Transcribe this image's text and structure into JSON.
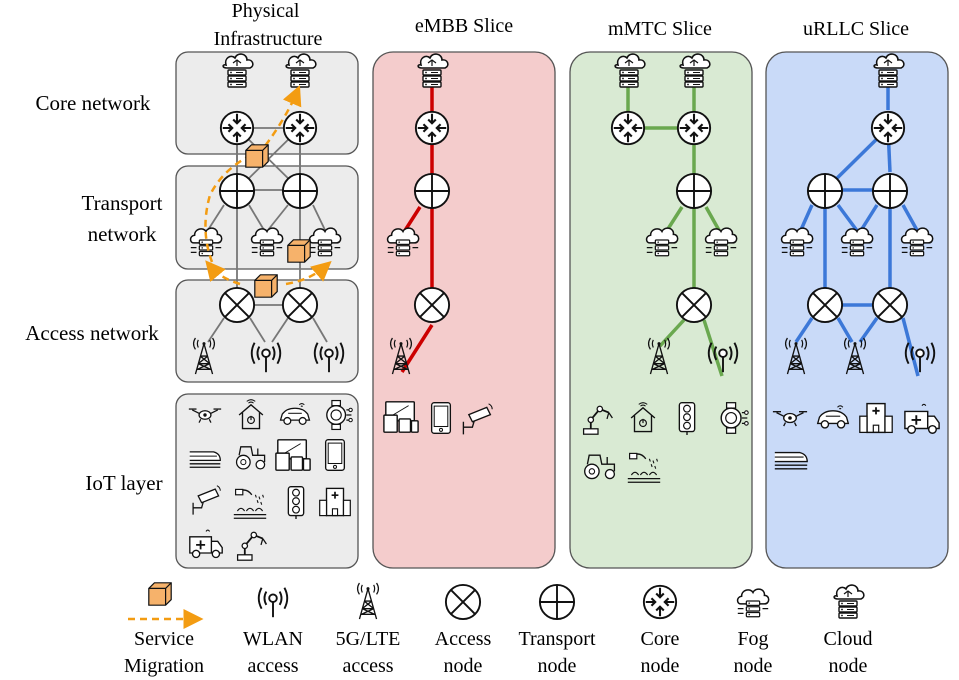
{
  "columns": {
    "physical": "Physical Infrastructure",
    "embb": "eMBB Slice",
    "mmtc": "mMTC Slice",
    "urllc": "uRLLC Slice"
  },
  "rows": {
    "core": "Core network",
    "transport_line1": "Transport",
    "transport_line2": "network",
    "access": "Access network",
    "iot": "IoT layer"
  },
  "legend": [
    {
      "icon": "service-migration-icon",
      "line1": "Service",
      "line2": "Migration"
    },
    {
      "icon": "wlan-icon",
      "line1": "WLAN",
      "line2": "access"
    },
    {
      "icon": "tower-icon",
      "line1": "5G/LTE",
      "line2": "access"
    },
    {
      "icon": "access-node-icon",
      "line1": "Access",
      "line2": "node"
    },
    {
      "icon": "transport-node-icon",
      "line1": "Transport",
      "line2": "node"
    },
    {
      "icon": "core-node-icon",
      "line1": "Core",
      "line2": "node"
    },
    {
      "icon": "fog-node-icon",
      "line1": "Fog",
      "line2": "node"
    },
    {
      "icon": "cloud-node-icon",
      "line1": "Cloud",
      "line2": "node"
    }
  ],
  "colors": {
    "physical_bg": "#ececec",
    "embb_bg": "#f4cccc",
    "embb_line": "#cc0000",
    "mmtc_bg": "#d9ead3",
    "mmtc_line": "#6aa84f",
    "urllc_bg": "#c9daf8",
    "urllc_line": "#3c78d8",
    "migration": "#f39c12",
    "box_fill": "#f6b26b"
  }
}
